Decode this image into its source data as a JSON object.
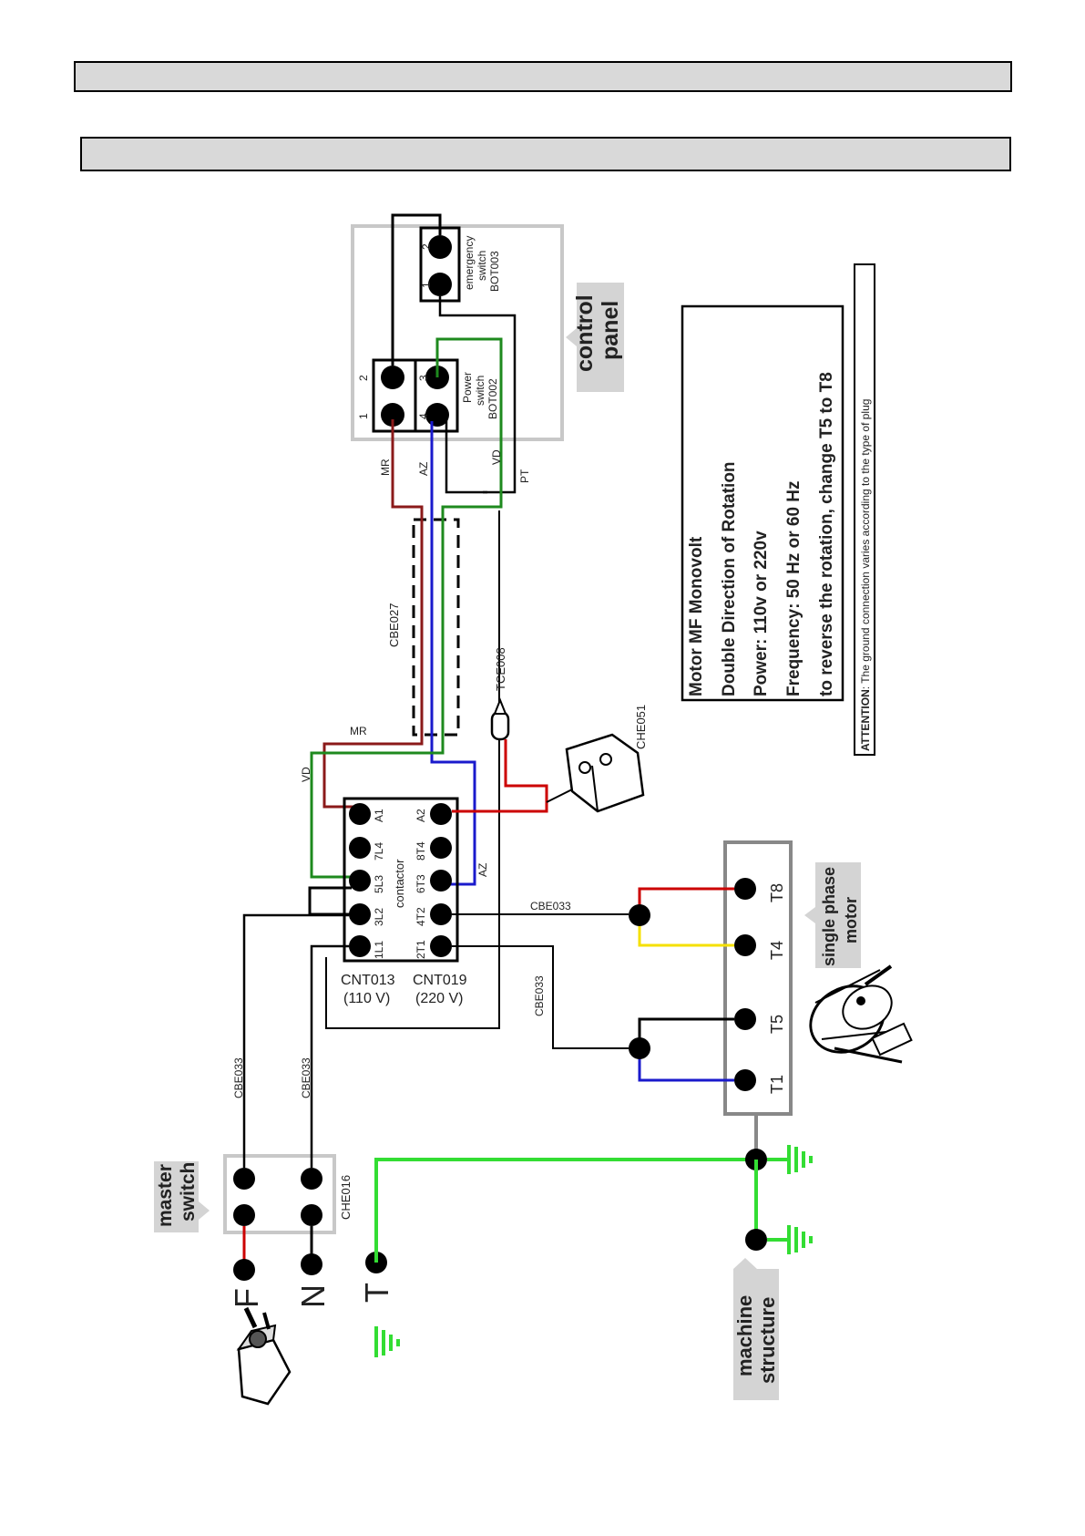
{
  "colors": {
    "red_wire": "#cc0000",
    "dark_red_wire": "#8b1a1a",
    "blue_wire": "#1a1acc",
    "green_wire": "#1e8a1e",
    "ground_wire": "#33dd33",
    "yellow_wire": "#f5e000",
    "panel_gray": "#c8c8c8",
    "tag_gray": "#d4d4d4"
  },
  "header": {
    "bar1": "",
    "bar2": ""
  },
  "control_panel": {
    "label_line1": "control",
    "label_line2": "panel",
    "emergency_switch": {
      "line1": "emergency",
      "line2": "switch",
      "line3": "BOT003",
      "term1": "1",
      "term2": "2"
    },
    "power_switch": {
      "line1": "Power",
      "line2": "switch",
      "line3": "BOT002",
      "term1": "1",
      "term2": "2",
      "term3": "3",
      "term4": "4"
    }
  },
  "wires": {
    "mr": "MR",
    "az": "AZ",
    "vd": "VD",
    "pt": "PT"
  },
  "cables": {
    "cbe027": "CBE027",
    "cbe033": "CBE033"
  },
  "sensor": {
    "tce008": "TCE008",
    "che051": "CHE051"
  },
  "contactor": {
    "title": "contactor",
    "top_terminals": [
      "1L1",
      "3L2",
      "5L3",
      "7L4",
      "A1"
    ],
    "bottom_terminals": [
      "2T1",
      "4T2",
      "6T3",
      "8T4",
      "A2"
    ],
    "model1": "CNT013",
    "voltage1": "(110 V)",
    "model2": "CNT019",
    "voltage2": "(220 V)"
  },
  "motor": {
    "label_line1": "single phase",
    "label_line2": "motor",
    "terminals": [
      "T1",
      "T5",
      "T4",
      "T8"
    ]
  },
  "master_switch": {
    "label_line1": "master",
    "label_line2": "switch",
    "code": "CHE016"
  },
  "plug": {
    "f": "F",
    "n": "N",
    "t": "T"
  },
  "machine_structure": {
    "line1": "machine",
    "line2": "structure"
  },
  "info_box": {
    "line1": "Motor MF Monovolt",
    "line2": "Double Direction of Rotation",
    "line3": "Power: 110v or 220v",
    "line4": "Frequency: 50 Hz or 60 Hz",
    "line5": "to reverse the rotation, change T5 to T8"
  },
  "attention": {
    "bold": "ATTENTION",
    "rest": ": The ground connection varies according to the type of plug"
  }
}
